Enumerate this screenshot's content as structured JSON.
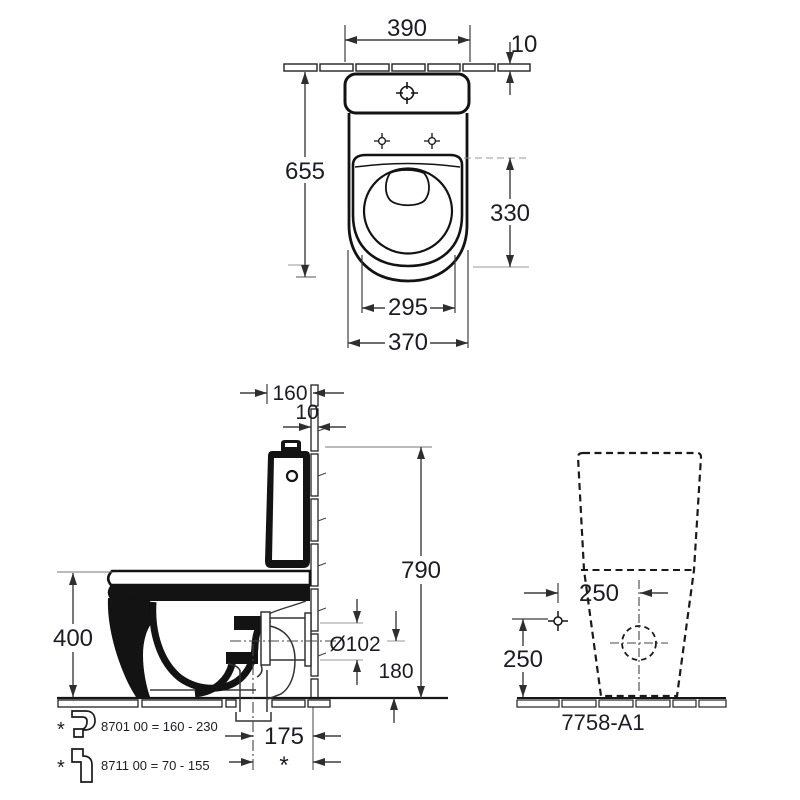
{
  "colors": {
    "ink": "#1c1c26",
    "outline_black": "#131313",
    "dim_line": "#3e3e3e",
    "gray_ref": "#999999",
    "background": "#ffffff"
  },
  "top_view": {
    "cistern_width": "390",
    "tile_thickness": "10",
    "total_depth": "655",
    "seat_length": "330",
    "seat_inner_width": "295",
    "bowl_width": "370"
  },
  "side_view": {
    "cistern_depth": "160",
    "tile_thickness": "10",
    "total_height": "790",
    "bowl_height": "400",
    "outlet_diameter": "Ø102",
    "outlet_center_height": "180",
    "outlet_wall_distance": "175",
    "outlet_variable_note": "*"
  },
  "rear_view": {
    "supply_offset": "250",
    "supply_height": "250",
    "model_label": "7758-A1"
  },
  "notes": {
    "note1": {
      "star": "*",
      "icon": "outlet-bend-horizontal-icon",
      "text": "8701 00 = 160 - 230"
    },
    "note2": {
      "star": "*",
      "icon": "outlet-bend-vertical-icon",
      "text": "8711 00 = 70 -  155"
    }
  }
}
